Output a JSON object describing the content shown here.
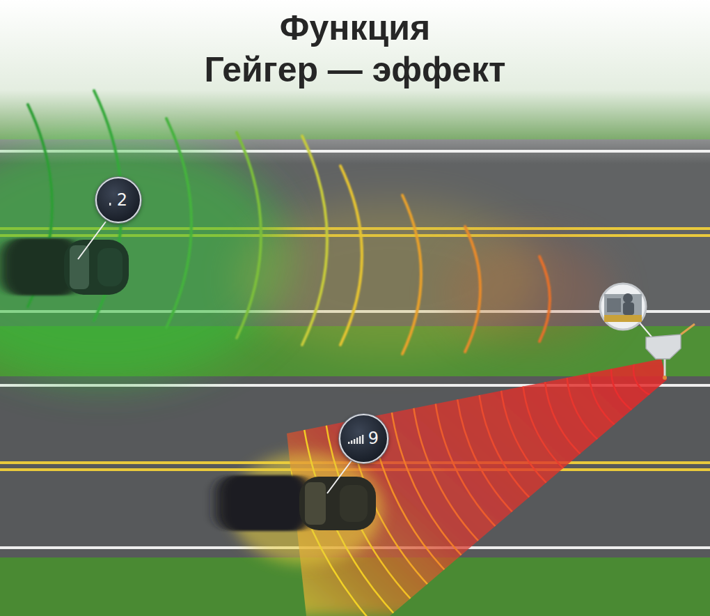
{
  "diagram": {
    "title": "Функция Гейгер — эффект",
    "nodes": [
      {
        "text": [
          "2"
        ]
      },
      {
        "text": [
          "9"
        ]
      }
    ]
  }
}
